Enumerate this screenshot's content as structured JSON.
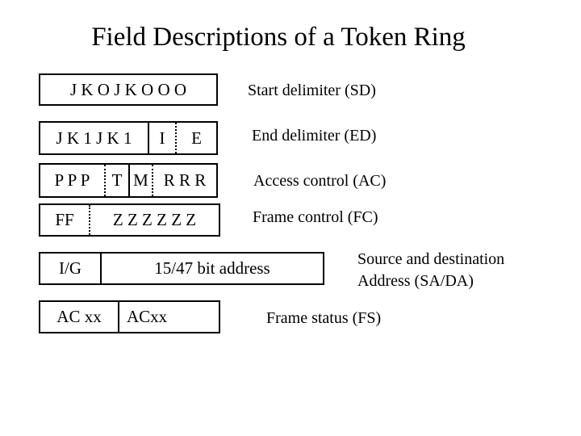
{
  "title": "Field Descriptions of a Token Ring",
  "colors": {
    "background": "#ffffff",
    "text": "#000000",
    "border": "#000000"
  },
  "rows": [
    {
      "name": "start-delimiter",
      "label": "Start delimiter (SD)",
      "cells": [
        {
          "text": "J K O J K O O O"
        }
      ]
    },
    {
      "name": "end-delimiter",
      "label": "End delimiter (ED)",
      "cells": [
        {
          "text": "J K 1 J K 1"
        },
        {
          "text": "I"
        },
        {
          "text": "E"
        }
      ]
    },
    {
      "name": "access-control",
      "label": "Access control (AC)",
      "cells": [
        {
          "text": "P P P"
        },
        {
          "text": "T"
        },
        {
          "text": "M"
        },
        {
          "text": "R R R"
        }
      ]
    },
    {
      "name": "frame-control",
      "label": "Frame control (FC)",
      "cells": [
        {
          "text": "FF"
        },
        {
          "text": "Z Z Z Z Z Z"
        }
      ]
    },
    {
      "name": "source-destination-address",
      "label_line1": "Source and destination",
      "label_line2": "Address (SA/DA)",
      "cells": [
        {
          "text": "I/G"
        },
        {
          "text": "15/47 bit address"
        }
      ]
    },
    {
      "name": "frame-status",
      "label": "Frame status (FS)",
      "cells": [
        {
          "text": "AC xx"
        },
        {
          "text": "ACxx"
        }
      ]
    }
  ]
}
